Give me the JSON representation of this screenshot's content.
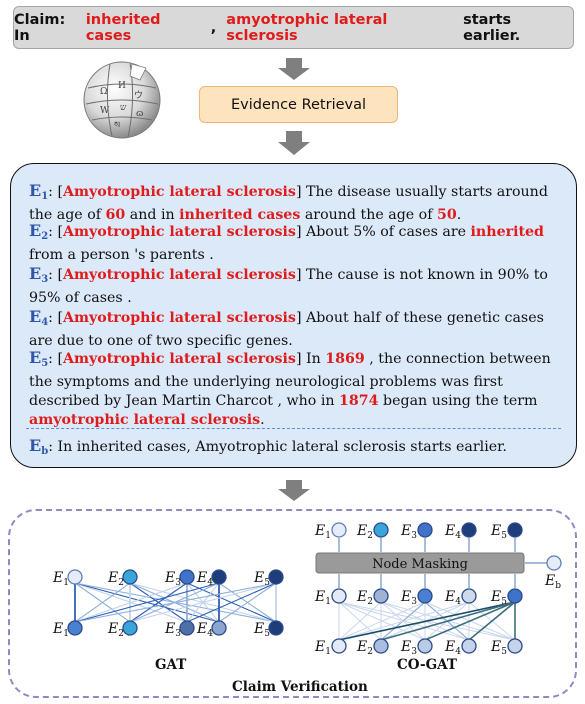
{
  "claim": {
    "prefix": "Claim: In ",
    "hl1": "inherited cases",
    "mid": ",  ",
    "hl2": "amyotrophic lateral sclerosis",
    "suffix": " starts earlier."
  },
  "retrieval": {
    "label": "Evidence Retrieval"
  },
  "evidence": {
    "e1": {
      "label": "E",
      "sub": "1",
      "colon": ": [",
      "tag": "Amyotrophic lateral sclerosis",
      "t1": "] The disease usually starts around the age of ",
      "n1": "60",
      "t2": " and in ",
      "h1": "inherited cases",
      "t3": " around the age of ",
      "n2": "50",
      "t4": "."
    },
    "e2": {
      "label": "E",
      "sub": "2",
      "colon": ": [",
      "tag": "Amyotrophic lateral sclerosis",
      "t1": "] About 5% of cases are ",
      "h1": "inherited",
      "t2": " from a person 's parents ."
    },
    "e3": {
      "label": "E",
      "sub": "3",
      "colon": ": [",
      "tag": "Amyotrophic lateral sclerosis",
      "t1": "] The cause is not known in 90% to 95% of cases ."
    },
    "e4": {
      "label": "E",
      "sub": "4",
      "colon": ": [",
      "tag": "Amyotrophic lateral sclerosis",
      "t1": "] About half of these genetic cases are due to one of two specific genes."
    },
    "e5": {
      "label": "E",
      "sub": "5",
      "colon": ": [",
      "tag": "Amyotrophic lateral sclerosis",
      "t1": "] In ",
      "n1": "1869",
      "t2": " , the connection between the symptoms and the underlying neurological problems was first described by Jean Martin Charcot , who in ",
      "n2": "1874",
      "t3": " began using the term ",
      "h1": "amyotrophic lateral sclerosis",
      "t4": "."
    },
    "eb": {
      "label": "E",
      "sub": "b",
      "text": ": In inherited cases, Amyotrophic lateral sclerosis starts earlier."
    }
  },
  "verification": {
    "gat_caption": "GAT",
    "cogat_caption": "CO-GAT",
    "title": "Claim Verification",
    "node_masking": "Node Masking",
    "node_letter": "E",
    "node_subs": [
      "1",
      "2",
      "3",
      "4",
      "5"
    ],
    "claim_node_sub": "b"
  },
  "colors": {
    "highlight": "#e01b1b",
    "label_blue": "#2f56a8",
    "node_dark": "#1f3d7a"
  }
}
